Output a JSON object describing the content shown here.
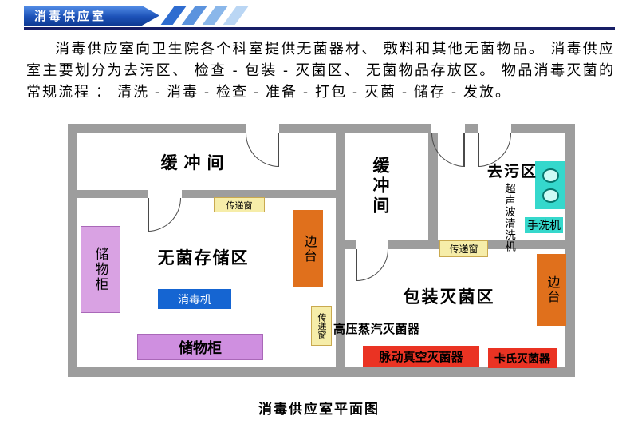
{
  "header": {
    "title": "消毒供应室"
  },
  "intro_paragraph": "消毒供应室向卫生院各个科室提供无菌器材、 敷料和其他无菌物品。 消毒供应室主要划分为去污区、 检查 - 包装 - 灭菌区、 无菌物品存放区。 物品消毒灭菌的常规流程 ： 清洗 - 消毒 - 检查 - 准备 - 打包 - 灭菌 - 储存 - 发放。",
  "floor_plan": {
    "rooms": {
      "buffer_left": "缓冲间",
      "sterile_storage": "无菌存储区",
      "buffer_right": "缓冲间",
      "decontamination": "去污区",
      "packaging_sterilization": "包装灭菌区"
    },
    "fixtures": {
      "cabinet_left": "储物柜",
      "cabinet_bottom": "储物柜",
      "disinfection_machine": "消毒机",
      "side_table_left": "边台",
      "side_table_right": "边台",
      "transfer_window_left": "传递窗",
      "transfer_window_middle": "传递窗",
      "transfer_window_right": "传递窗",
      "ultrasonic_cleaner": "超声波清洗机",
      "hand_washer": "手洗机",
      "steam_sterilizer": "高压蒸汽灭菌器",
      "pulse_vacuum_sterilizer": "脉动真空灭菌器",
      "cassette_sterilizer": "卡氏灭菌器"
    }
  },
  "caption": "消毒供应室平面图",
  "colors": {
    "header_blue": "#1d52b8",
    "divider_navy": "#171e66",
    "wall_gray": "#9d9d9d",
    "cabinet_purple": "#d9a2e3",
    "machine_blue": "#1565d2",
    "side_table_orange": "#e0701c",
    "transfer_window_yellow": "#f6eda9",
    "sterilizer_red": "#ea3323",
    "washer_cyan": "#35d8cc"
  }
}
